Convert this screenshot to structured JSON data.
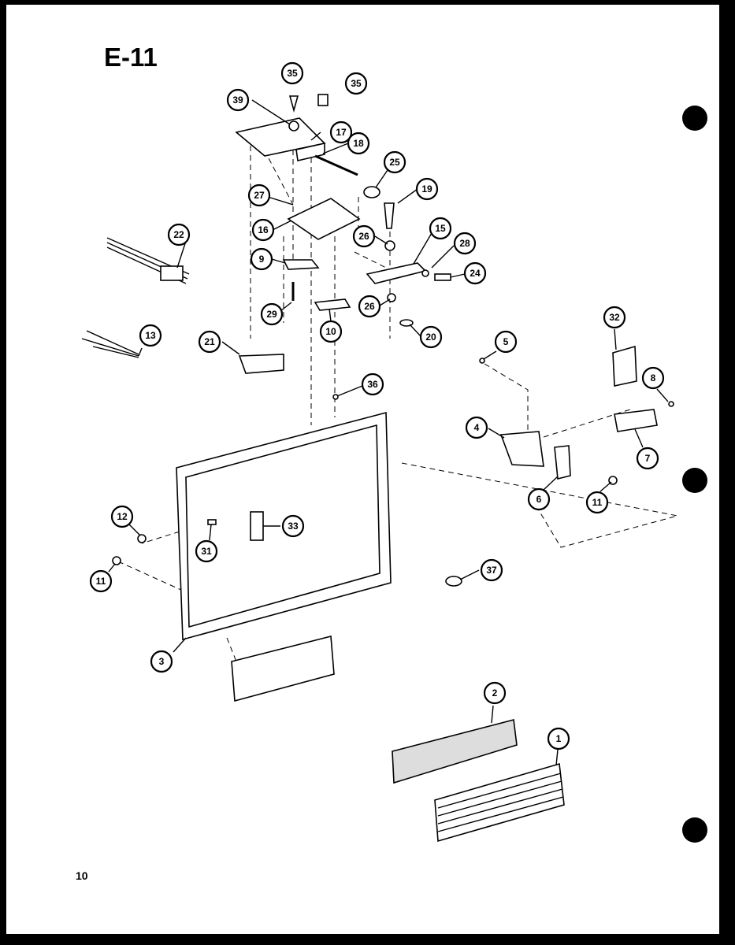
{
  "sheet": {
    "title": "E-11",
    "page_number": "10"
  },
  "callouts": [
    "35",
    "35",
    "39",
    "17",
    "18",
    "25",
    "27",
    "19",
    "16",
    "22",
    "26",
    "15",
    "28",
    "9",
    "24",
    "29",
    "26",
    "10",
    "20",
    "13",
    "21",
    "36",
    "32",
    "5",
    "8",
    "4",
    "7",
    "6",
    "11",
    "12",
    "33",
    "31",
    "11",
    "37",
    "3",
    "2",
    "1"
  ]
}
